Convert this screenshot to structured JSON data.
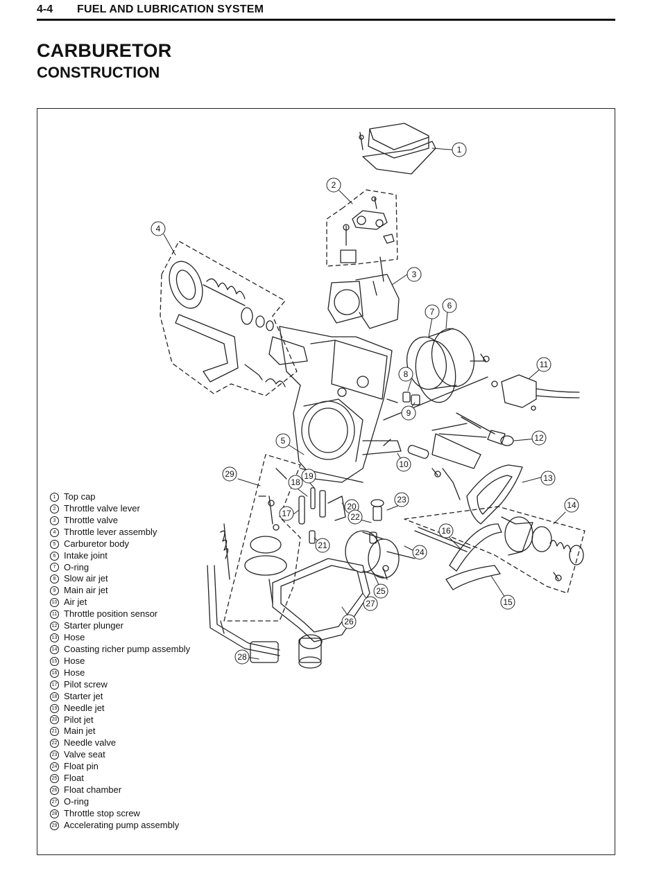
{
  "header": {
    "page_number": "4-4",
    "section_title": "FUEL AND LUBRICATION SYSTEM"
  },
  "title": {
    "main": "CARBURETOR",
    "sub": "CONSTRUCTION"
  },
  "callouts": [
    "1",
    "2",
    "3",
    "4",
    "5",
    "6",
    "7",
    "8",
    "9",
    "10",
    "11",
    "12",
    "13",
    "14",
    "15",
    "16",
    "17",
    "18",
    "19",
    "20",
    "21",
    "22",
    "23",
    "24",
    "25",
    "26",
    "27",
    "28",
    "29"
  ],
  "legend": [
    {
      "num": "1",
      "label": "Top cap"
    },
    {
      "num": "2",
      "label": "Throttle valve lever"
    },
    {
      "num": "3",
      "label": "Throttle valve"
    },
    {
      "num": "4",
      "label": "Throttle lever assembly"
    },
    {
      "num": "5",
      "label": "Carburetor body"
    },
    {
      "num": "6",
      "label": "Intake joint"
    },
    {
      "num": "7",
      "label": "O-ring"
    },
    {
      "num": "8",
      "label": "Slow air jet"
    },
    {
      "num": "9",
      "label": "Main air jet"
    },
    {
      "num": "10",
      "label": "Air jet"
    },
    {
      "num": "11",
      "label": "Throttle position sensor"
    },
    {
      "num": "12",
      "label": "Starter plunger"
    },
    {
      "num": "13",
      "label": "Hose"
    },
    {
      "num": "14",
      "label": "Coasting richer pump assembly"
    },
    {
      "num": "15",
      "label": "Hose"
    },
    {
      "num": "16",
      "label": "Hose"
    },
    {
      "num": "17",
      "label": "Pilot screw"
    },
    {
      "num": "18",
      "label": "Starter jet"
    },
    {
      "num": "19",
      "label": "Needle jet"
    },
    {
      "num": "20",
      "label": "Pilot jet"
    },
    {
      "num": "21",
      "label": "Main jet"
    },
    {
      "num": "22",
      "label": "Needle valve"
    },
    {
      "num": "23",
      "label": "Valve seat"
    },
    {
      "num": "24",
      "label": "Float pin"
    },
    {
      "num": "25",
      "label": "Float"
    },
    {
      "num": "26",
      "label": "Float chamber"
    },
    {
      "num": "27",
      "label": "O-ring"
    },
    {
      "num": "28",
      "label": "Throttle stop screw"
    },
    {
      "num": "29",
      "label": "Accelerating pump assembly"
    }
  ]
}
